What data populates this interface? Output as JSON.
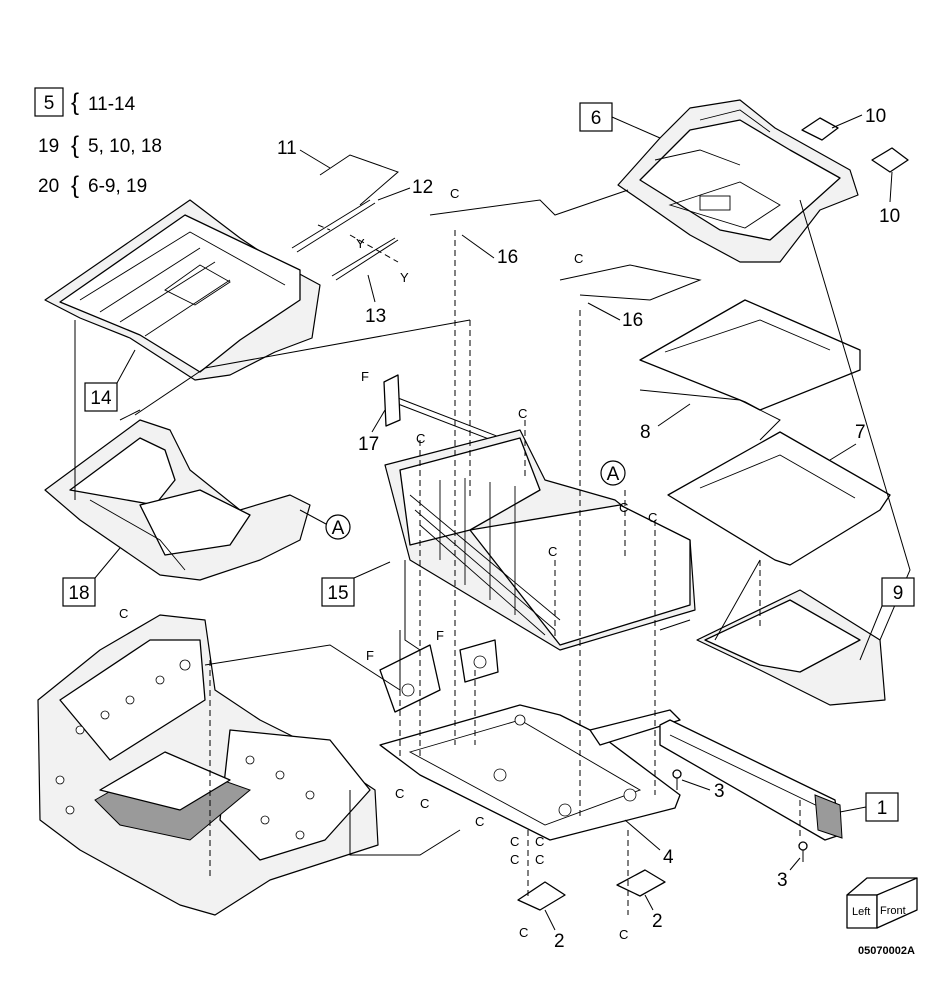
{
  "legend": [
    {
      "part": "5",
      "boxed": true,
      "items": "11-14"
    },
    {
      "part": "19",
      "boxed": false,
      "items": "5, 10, 18"
    },
    {
      "part": "20",
      "boxed": false,
      "items": "6-9, 19"
    }
  ],
  "callouts": {
    "n1": "1",
    "n2a": "2",
    "n2b": "2",
    "n3a": "3",
    "n3b": "3",
    "n4": "4",
    "n6": "6",
    "n7": "7",
    "n8": "8",
    "n9": "9",
    "n10a": "10",
    "n10b": "10",
    "n11": "11",
    "n12": "12",
    "n13": "13",
    "n14": "14",
    "n15": "15",
    "n16a": "16",
    "n16b": "16",
    "n17": "17",
    "n18": "18"
  },
  "refs": {
    "c": "C",
    "f": "F",
    "y": "Y",
    "a": "A"
  },
  "orientation": {
    "left": "Left",
    "front": "Front"
  },
  "drawing_number": "05070002A",
  "colors": {
    "line": "#000000",
    "background": "#ffffff",
    "fill_light": "#f2f2f2"
  }
}
